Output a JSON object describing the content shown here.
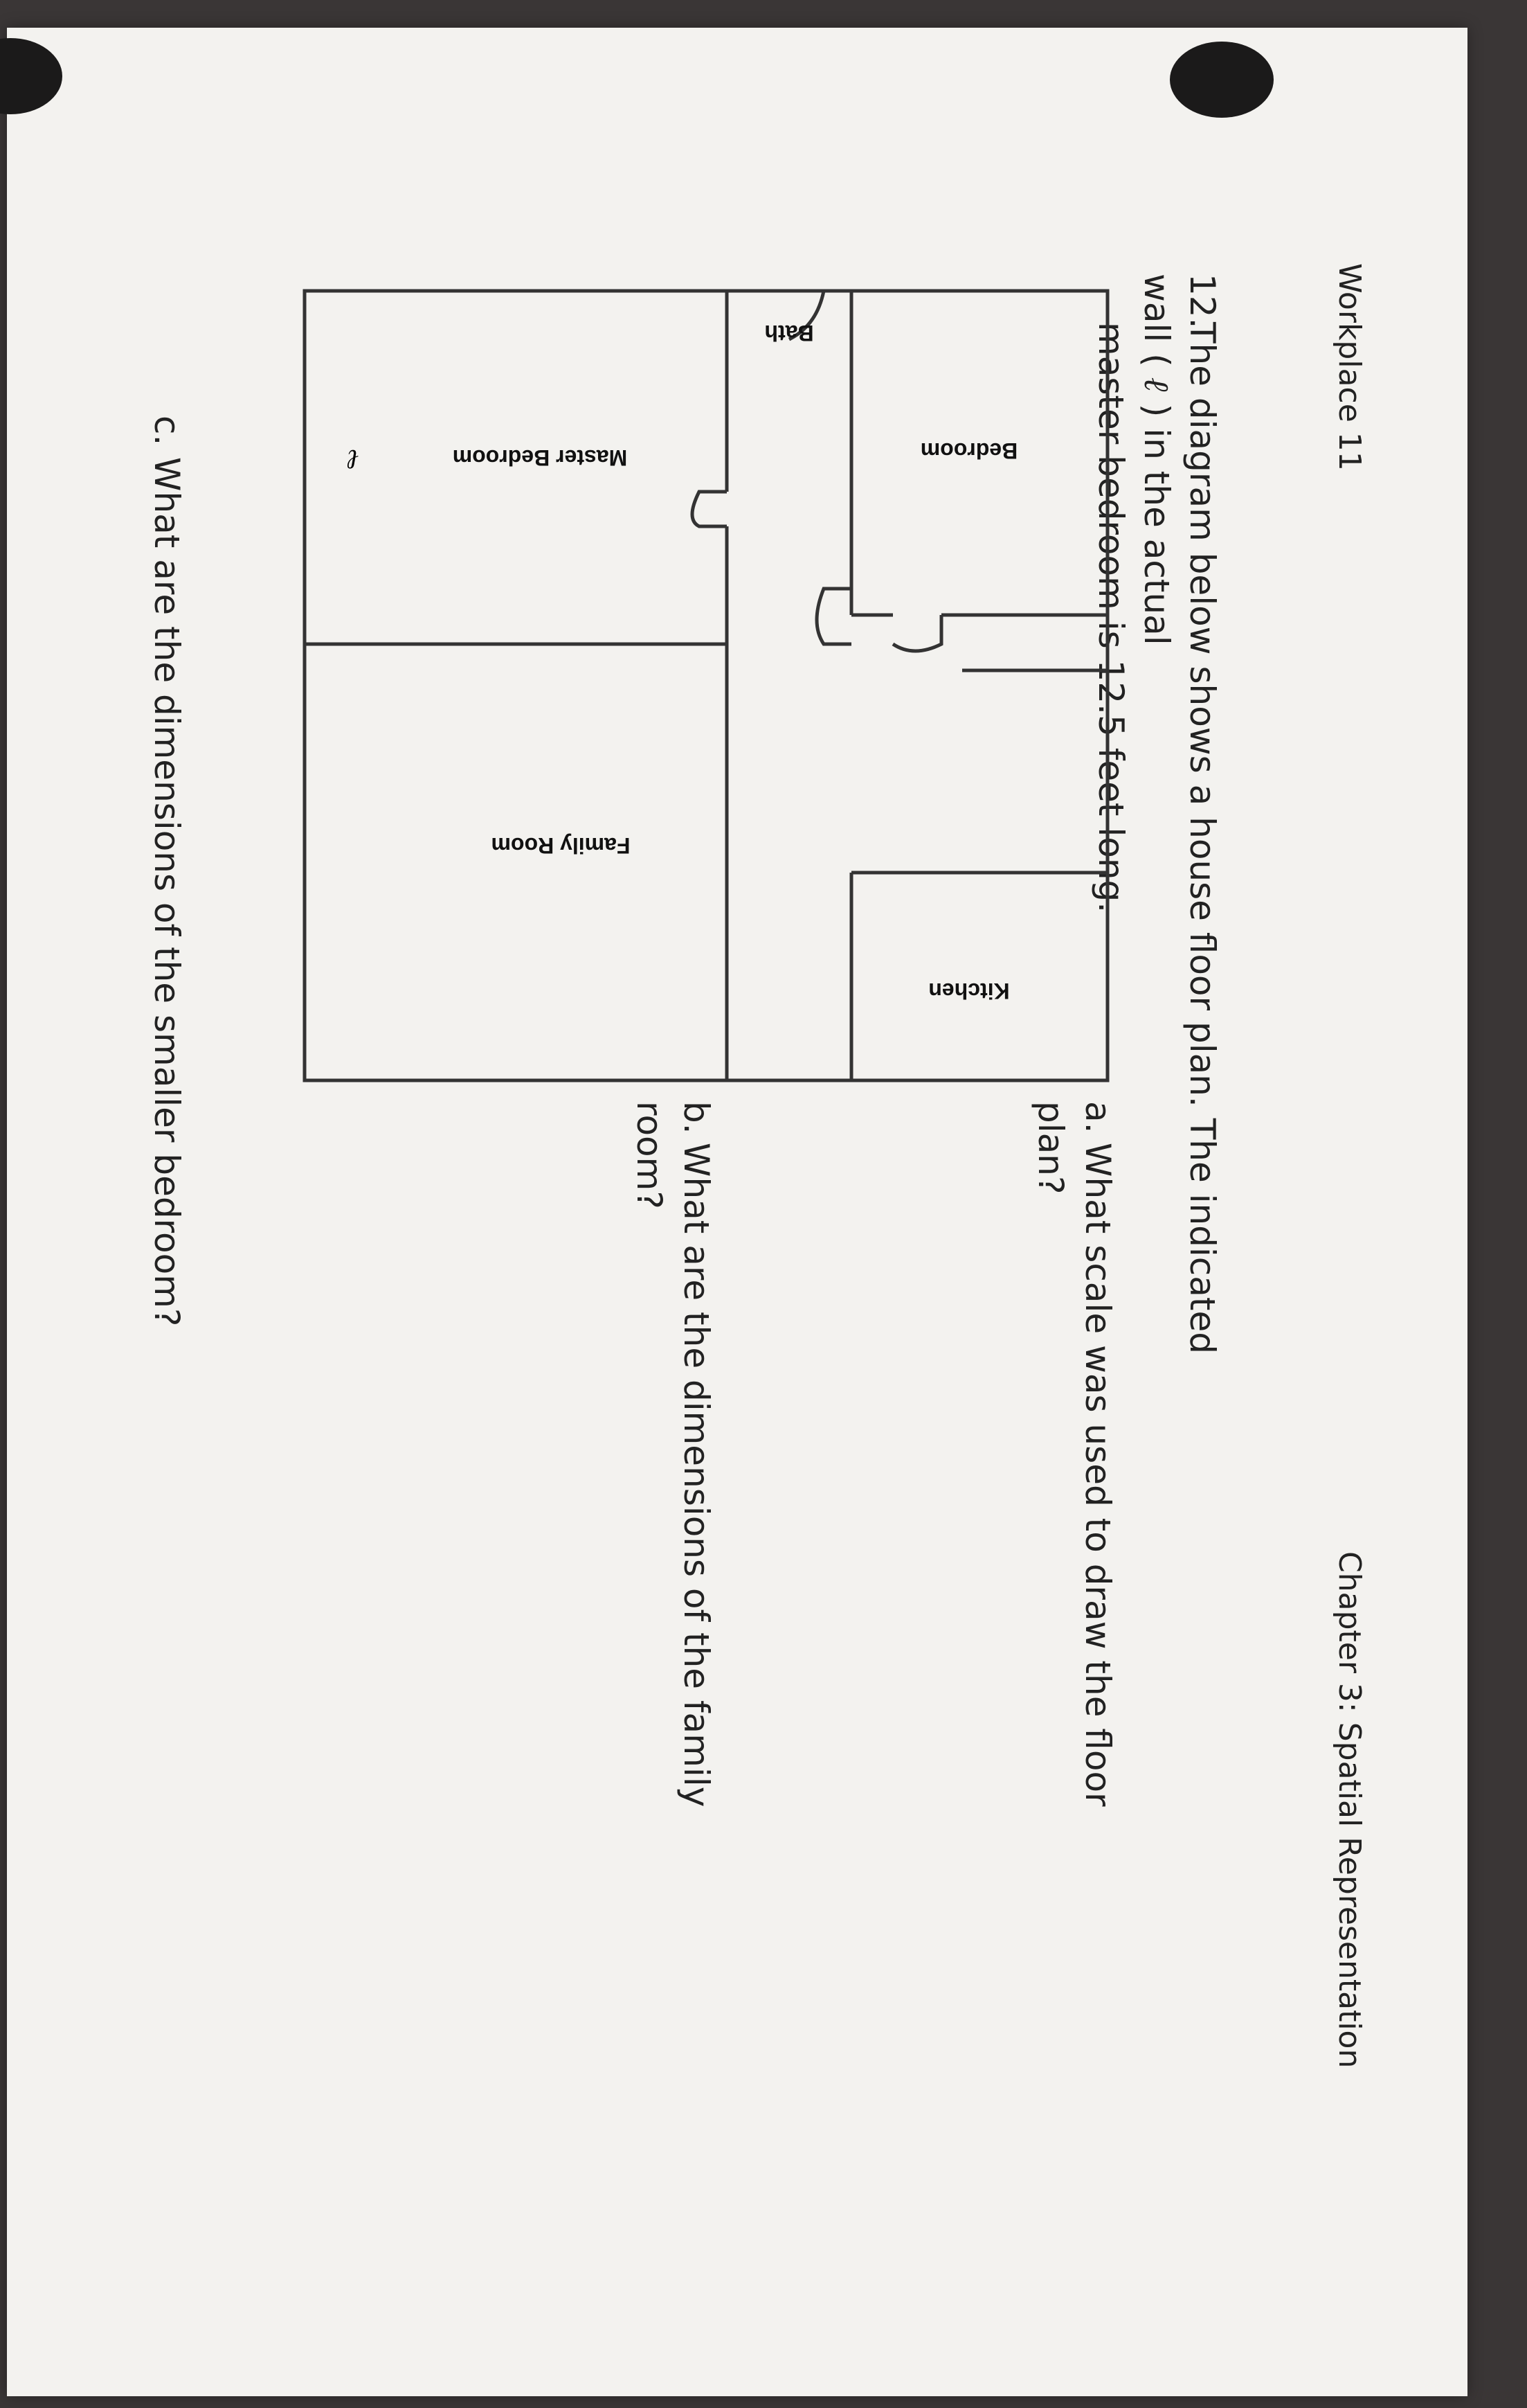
{
  "header": {
    "left": "Workplace 11",
    "right": "Chapter 3: Spatial Representation"
  },
  "question": {
    "number": "12.",
    "line1": "The diagram below shows a house floor plan. The indicated wall (",
    "wall_symbol": "ℓ",
    "line1_end": ") in the actual",
    "line2": "master bedroom is 12.5 feet long."
  },
  "floor_plan": {
    "rooms": {
      "bedroom": "Bedroom",
      "kitchen": "Kitchen",
      "bath": "Bath",
      "family_room": "Family Room",
      "master_bedroom": "Master Bedroom"
    },
    "wall_marker": "ℓ"
  },
  "parts": {
    "a": {
      "letter": "a.",
      "text": "What scale was used to draw the floor plan?"
    },
    "b": {
      "letter": "b.",
      "text": "What are the dimensions of the family room?"
    },
    "c": {
      "letter": "c.",
      "text": "What are the dimensions of the smaller bedroom?"
    }
  }
}
